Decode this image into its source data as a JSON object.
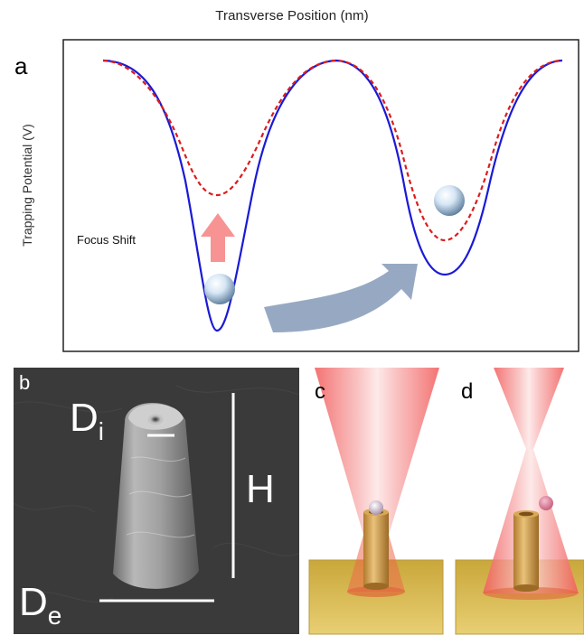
{
  "panel_a": {
    "label": "a",
    "title": "Transverse Position (nm)",
    "ylabel": "Trapping Potential (V)",
    "annotation": "Focus Shift",
    "colors": {
      "solid_curve": "#1a1ad6",
      "dashed_curve": "#dd1c1c",
      "up_arrow": "#f79393",
      "curved_arrow": "#97a9c2"
    }
  },
  "panel_b": {
    "label": "b",
    "dim_inner": "D",
    "dim_inner_sub": "i",
    "dim_height": "H",
    "dim_outer": "D",
    "dim_outer_sub": "e"
  },
  "panel_c": {
    "label": "c"
  },
  "panel_d": {
    "label": "d"
  }
}
